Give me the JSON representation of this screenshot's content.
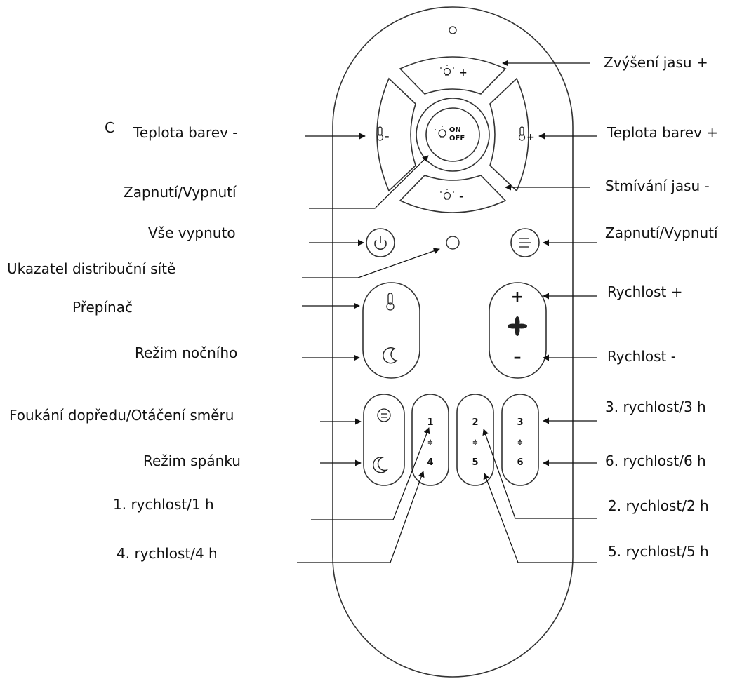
{
  "labels": {
    "c_mark": "C",
    "brightness_up": "Zvýšení jasu +",
    "color_temp_down": "Teplota barev -",
    "color_temp_up": "Teplota barev +",
    "light_on_off": "Zapnutí/Vypnutí",
    "brightness_down": "Stmívání jasu -",
    "all_off": "Vše vypnuto",
    "fan_on_off": "Zapnutí/Vypnutí",
    "network_indicator": "Ukazatel distribuční sítě",
    "switch": "Přepínač",
    "speed_up": "Rychlost +",
    "night_mode": "Režim nočního",
    "speed_down": "Rychlost -",
    "forward_reverse": "Foukání dopředu/Otáčení směru",
    "speed3": "3. rychlost/3 h",
    "sleep_mode": "Režim spánku",
    "speed6": "6. rychlost/6 h",
    "speed1": "1. rychlost/1 h",
    "speed2": "2. rychlost/2 h",
    "speed4": "4. rychlost/4 h",
    "speed5": "5. rychlost/5 h"
  },
  "buttons": {
    "on": "ON",
    "off": "OFF",
    "plus": "+",
    "minus": "-",
    "speed_up_sign": "+",
    "speed_down_sign": "–",
    "key1_top": "1",
    "key1_bottom": "4",
    "key2_top": "2",
    "key2_bottom": "5",
    "key3_top": "3",
    "key3_bottom": "6",
    "fan_sign": "≑"
  }
}
